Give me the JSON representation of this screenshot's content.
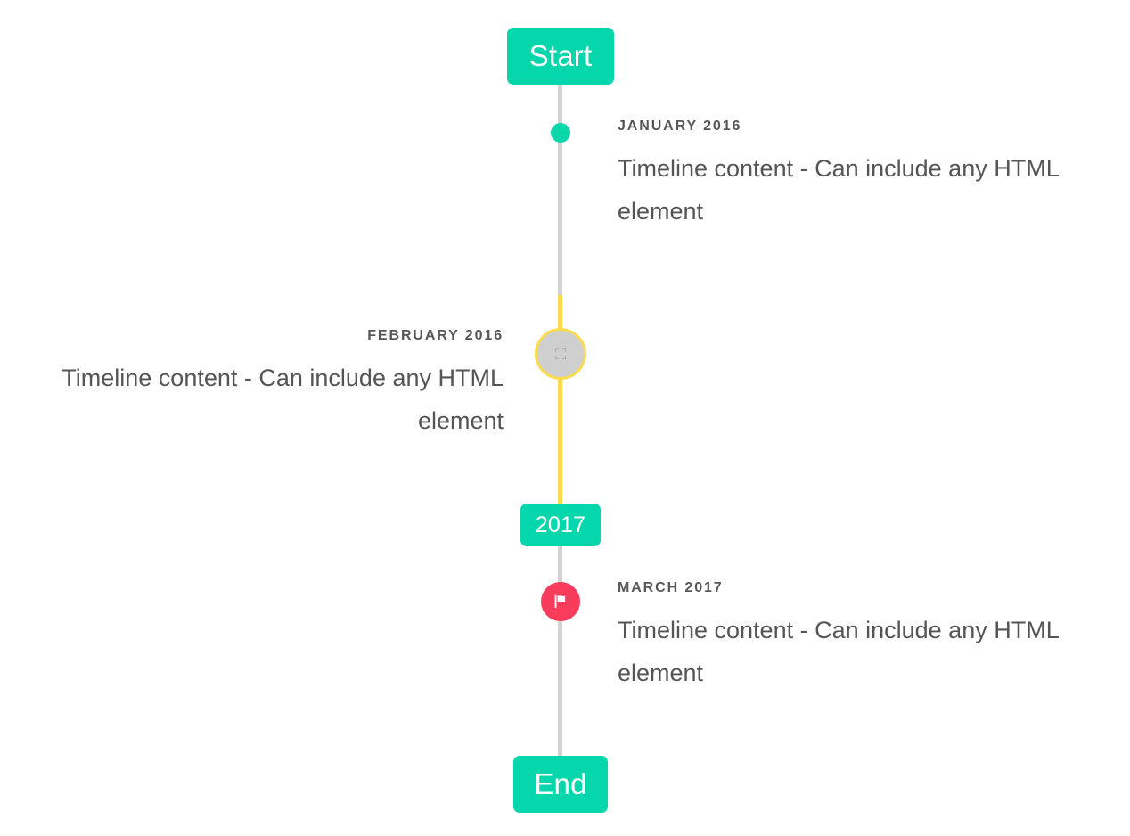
{
  "theme": {
    "accent_teal": "#06d6ac",
    "active_yellow": "#fcdb4f",
    "marker_pink": "#fa3c5c",
    "line_gray": "#d2d2d2",
    "text_gray": "#555555",
    "background": "#ffffff"
  },
  "timeline": {
    "start_label": "Start",
    "year_divider_label": "2017",
    "end_label": "End",
    "entries": [
      {
        "date": "JANUARY 2016",
        "body": "Timeline content - Can include any HTML element",
        "side": "right",
        "marker": "dot-icon",
        "marker_color": "#0ad6ac"
      },
      {
        "date": "FEBRUARY 2016",
        "body": "Timeline content - Can include any HTML element",
        "side": "left",
        "marker": "broken-image-icon",
        "marker_color": "#cfcfcf",
        "marker_ring_color": "#fcdb4f",
        "active": true
      },
      {
        "date": "MARCH 2017",
        "body": "Timeline content - Can include any HTML element",
        "side": "right",
        "marker": "flag-icon",
        "marker_color": "#fa3c5c"
      }
    ]
  }
}
